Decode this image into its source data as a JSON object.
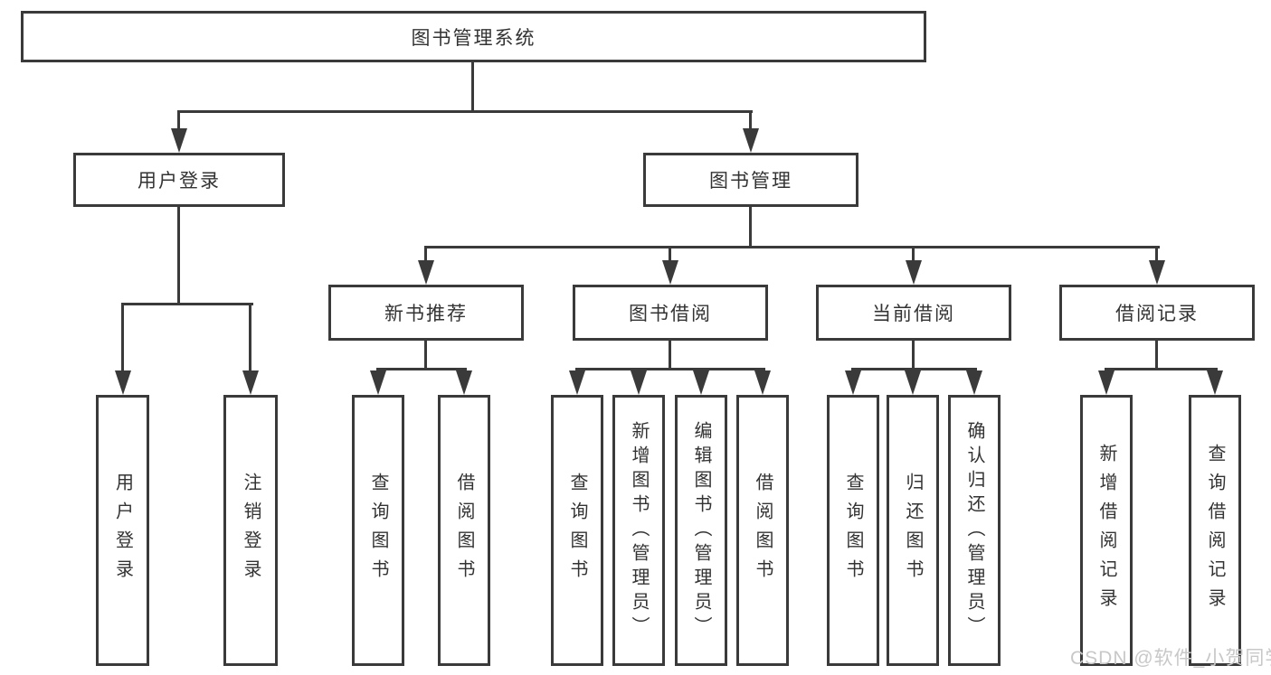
{
  "diagram": {
    "root_label": "图书管理系统",
    "level2": {
      "user_login": "用户登录",
      "book_management": "图书管理"
    },
    "level3": {
      "new_book_recommendation": "新书推荐",
      "book_borrowing": "图书借阅",
      "current_borrowing": "当前借阅",
      "borrowing_records": "借阅记录"
    },
    "leaves": {
      "user_login": [
        "用户登录",
        "注销登录"
      ],
      "new_book_recommendation": [
        "查询图书",
        "借阅图书"
      ],
      "book_borrowing": [
        "查询图书",
        "新增图书（管理员）",
        "编辑图书（管理员）",
        "借阅图书"
      ],
      "current_borrowing": [
        "查询图书",
        "归还图书",
        "确认归还（管理员）"
      ],
      "borrowing_records": [
        "新增借阅记录",
        "查询借阅记录"
      ]
    },
    "colors": {
      "line": "#3a3a3a",
      "text": "#333333",
      "background": "#ffffff",
      "watermark": "#c8c8c8"
    }
  },
  "watermark": {
    "text": "CSDN @软件_小贺同学"
  }
}
